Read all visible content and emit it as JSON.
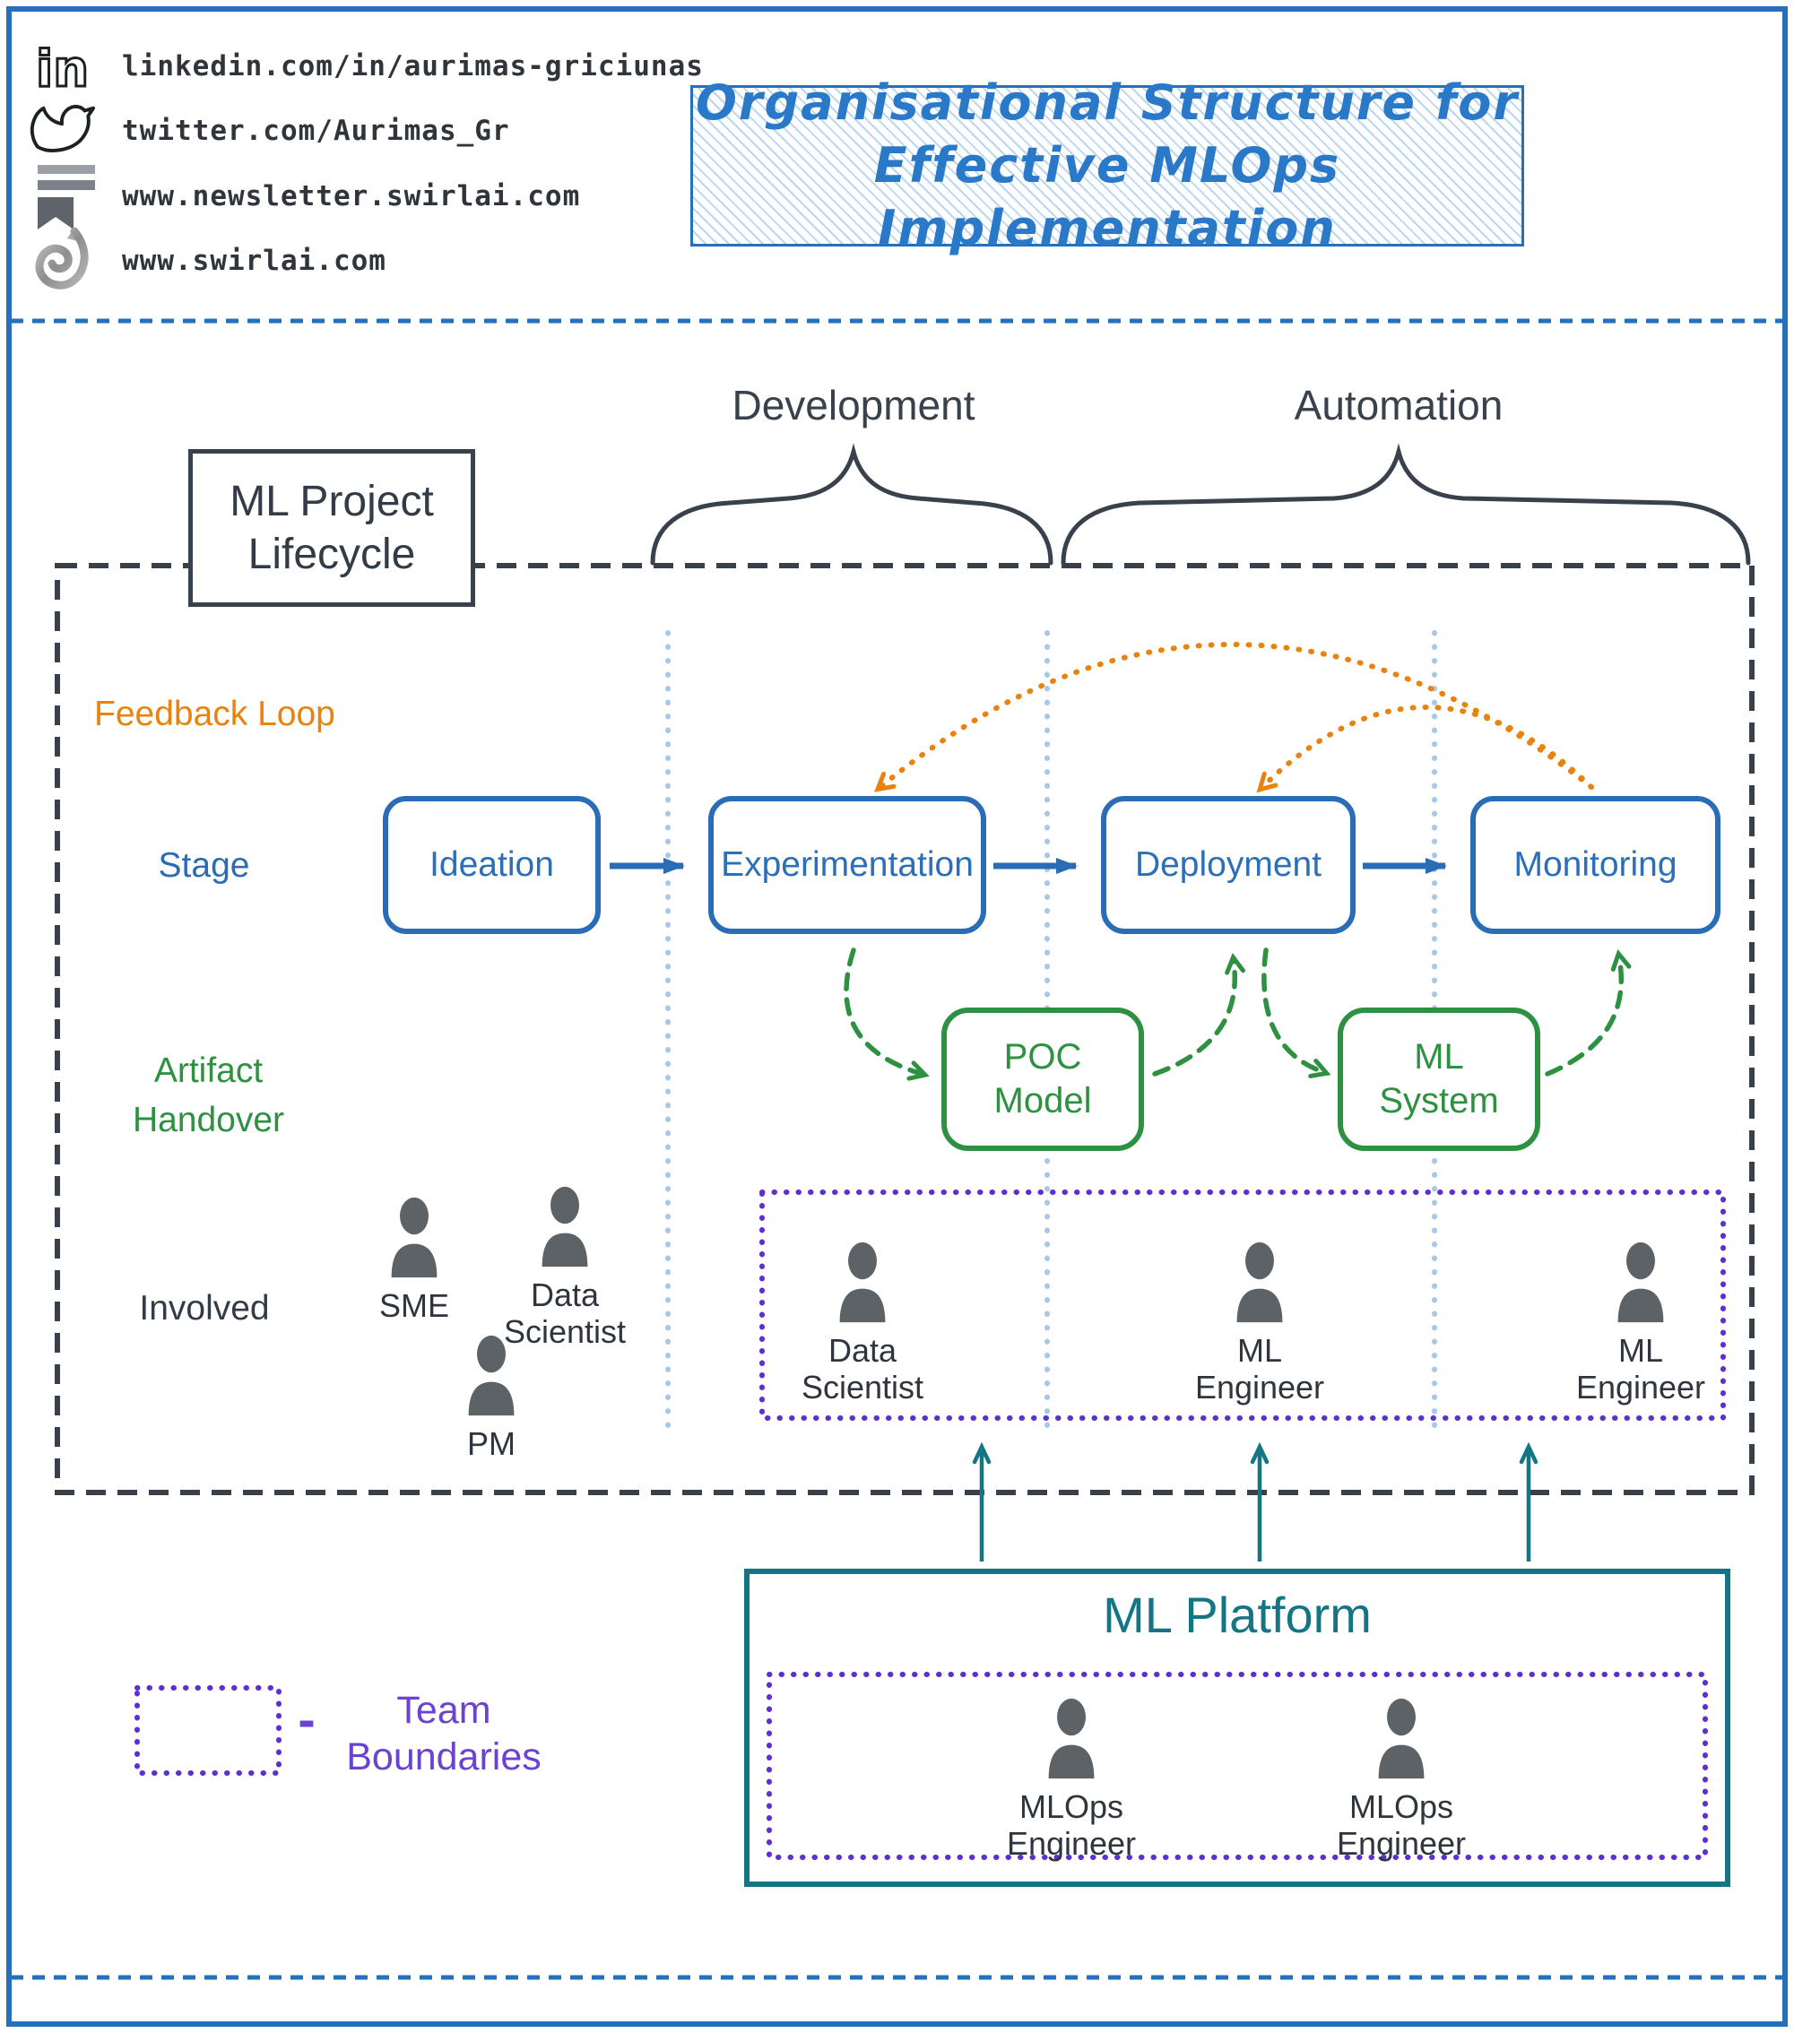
{
  "colors": {
    "accent_blue": "#2470bd",
    "stage_blue": "#2a6db6",
    "title_blue": "#2979c8",
    "orange": "#e8830d",
    "green": "#2e9142",
    "teal": "#147585",
    "purple": "#5d2fd0",
    "purple_text": "#6b42d1",
    "dark": "#39414c",
    "person_gray": "#5d6267",
    "lane_blue": "#a9c7e6"
  },
  "header": {
    "links": [
      {
        "icon": "linkedin-icon",
        "glyph": "in",
        "text": "linkedin.com/in/aurimas-griciunas"
      },
      {
        "icon": "twitter-icon",
        "text": "twitter.com/Aurimas_Gr"
      },
      {
        "icon": "newsletter-icon",
        "text": "www.newsletter.swirlai.com"
      },
      {
        "icon": "swirlai-icon",
        "text": "www.swirlai.com"
      }
    ],
    "title": {
      "line1": "Organisational Structure for",
      "line2": "Effective MLOps Implementation"
    }
  },
  "lifecycle": {
    "box_label": {
      "line1": "ML Project",
      "line2": "Lifecycle"
    },
    "phase_development": "Development",
    "phase_automation": "Automation",
    "row_feedback": "Feedback Loop",
    "row_stage": "Stage",
    "row_artifact": {
      "line1": "Artifact",
      "line2": "Handover"
    },
    "row_involved": "Involved",
    "stages": [
      "Ideation",
      "Experimentation",
      "Deployment",
      "Monitoring"
    ],
    "artifacts": [
      {
        "line1": "POC",
        "line2": "Model"
      },
      {
        "line1": "ML",
        "line2": "System"
      }
    ],
    "ideation_people": [
      {
        "line1": "SME"
      },
      {
        "line1": "Data",
        "line2": "Scientist"
      },
      {
        "line1": "PM"
      }
    ],
    "team_people": [
      {
        "line1": "Data",
        "line2": "Scientist"
      },
      {
        "line1": "ML",
        "line2": "Engineer"
      },
      {
        "line1": "ML",
        "line2": "Engineer"
      }
    ]
  },
  "platform": {
    "title": "ML Platform",
    "people": [
      {
        "line1": "MLOps",
        "line2": "Engineer"
      },
      {
        "line1": "MLOps",
        "line2": "Engineer"
      }
    ]
  },
  "legend": {
    "dash": "-",
    "label": {
      "line1": "Team",
      "line2": "Boundaries"
    }
  }
}
